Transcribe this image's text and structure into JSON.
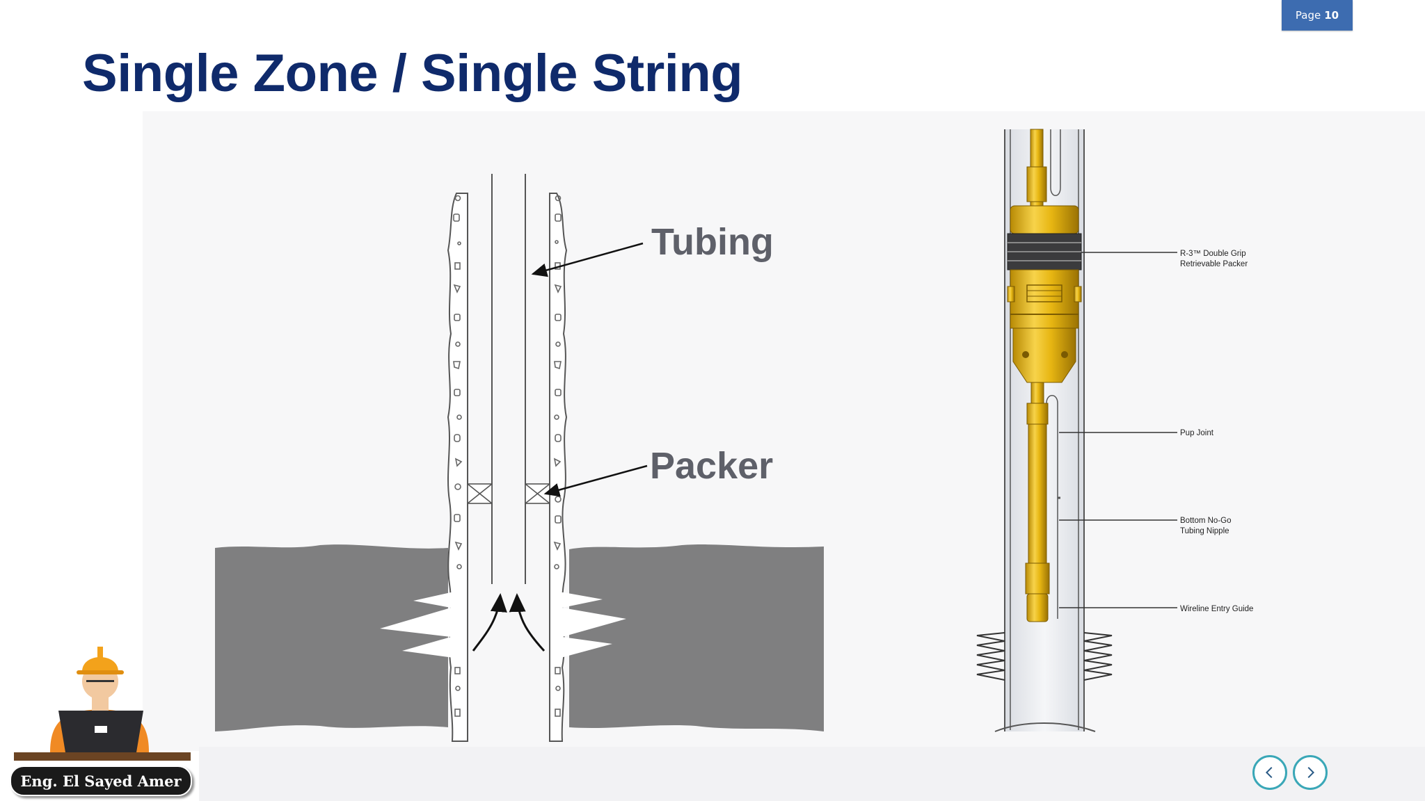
{
  "slide": {
    "page_label": "Page",
    "page_number": "10",
    "title": "Single Zone / Single String"
  },
  "diagram_left": {
    "tubing_label": "Tubing",
    "packer_label": "Packer"
  },
  "diagram_right": {
    "callouts": {
      "packer_line1": "R-3™ Double Grip",
      "packer_line2": "Retrievable Packer",
      "pup_joint": "Pup Joint",
      "nipple_line1": "Bottom No-Go",
      "nipple_line2": "Tubing Nipple",
      "wireline_guide": "Wireline Entry Guide"
    }
  },
  "author": {
    "name": "Eng. El Sayed Amer"
  },
  "colors": {
    "title": "#0f2a6b",
    "badge": "#3d6cb0",
    "formation": "#7f7f80",
    "tool": "#e8b90f",
    "nav": "#3aa7b7"
  },
  "icons": {
    "prev": "chevron-left-icon",
    "next": "chevron-right-icon",
    "avatar": "engineer-avatar-icon"
  }
}
